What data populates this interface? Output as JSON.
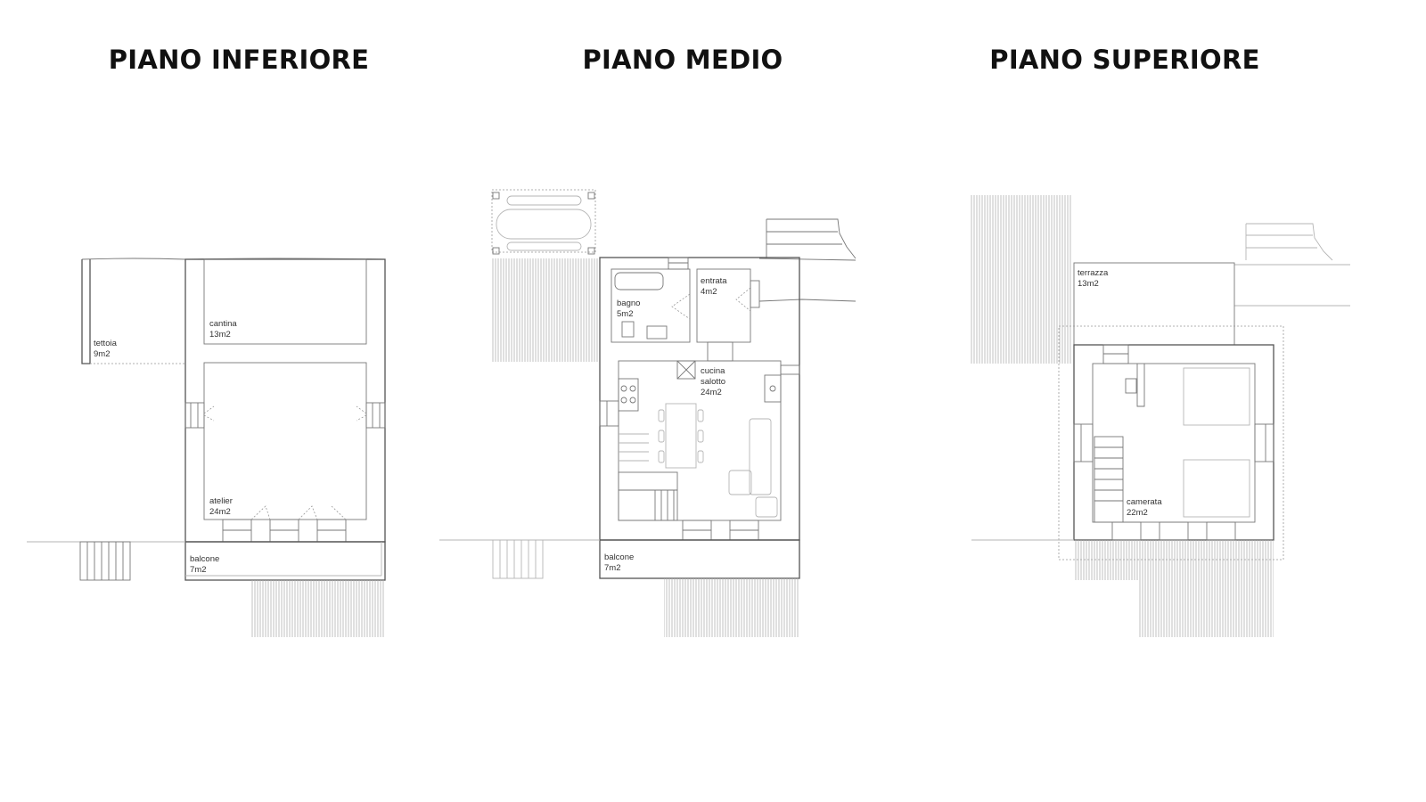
{
  "titles": {
    "lower": "PIANO INFERIORE",
    "middle": "PIANO MEDIO",
    "upper": "PIANO SUPERIORE"
  },
  "lower": {
    "tettoia": {
      "name": "tettoia",
      "area": "9m2"
    },
    "cantina": {
      "name": "cantina",
      "area": "13m2"
    },
    "atelier": {
      "name": "atelier",
      "area": "24m2"
    },
    "balcone": {
      "name": "balcone",
      "area": "7m2"
    }
  },
  "middle": {
    "bagno": {
      "name": "bagno",
      "area": "5m2"
    },
    "entrata": {
      "name": "entrata",
      "area": "4m2"
    },
    "cucina": {
      "name1": "cucina",
      "name2": "salotto",
      "area": "24m2"
    },
    "balcone": {
      "name": "balcone",
      "area": "7m2"
    }
  },
  "upper": {
    "terrazza": {
      "name": "terrazza",
      "area": "13m2"
    },
    "camerata": {
      "name": "camerata",
      "area": "22m2"
    }
  },
  "colors": {
    "background": "#ffffff",
    "title": "#111111",
    "line": "#555555"
  }
}
